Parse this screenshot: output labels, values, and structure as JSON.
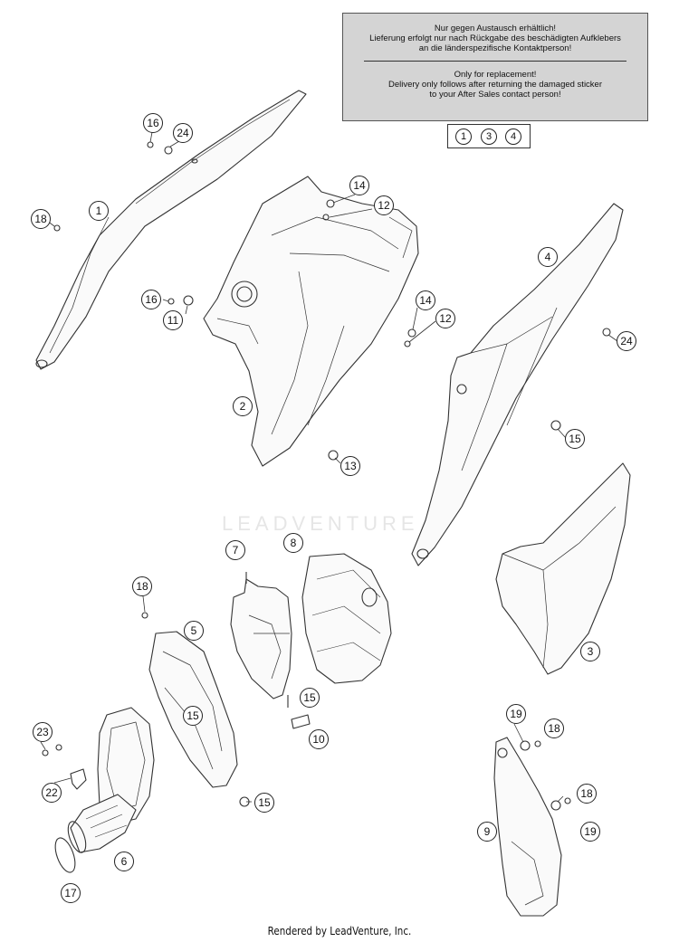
{
  "notice": {
    "german_line1": "Nur gegen Austausch erhältlich!",
    "german_line2": "Lieferung erfolgt nur nach Rückgabe des beschädigten Aufklebers",
    "german_line3": "an die länderspezifische Kontaktperson!",
    "english_line1": "Only for replacement!",
    "english_line2": "Delivery only follows after returning the damaged sticker",
    "english_line3": "to your After Sales contact person!"
  },
  "kit_parts": [
    "1",
    "3",
    "4"
  ],
  "watermark": "LEADVENTURE",
  "footer": "Rendered by LeadVenture, Inc.",
  "callouts": {
    "c16a": "16",
    "c24a": "24",
    "c1": "1",
    "c18a": "18",
    "c14a": "14",
    "c12a": "12",
    "c16b": "16",
    "c11": "11",
    "c2": "2",
    "c13": "13",
    "c14b": "14",
    "c12b": "12",
    "c4": "4",
    "c24b": "24",
    "c15a": "15",
    "c3": "3",
    "c7": "7",
    "c8": "8",
    "c18b": "18",
    "c5": "5",
    "c15b": "15",
    "c15c": "15",
    "c10": "10",
    "c23": "23",
    "c22": "22",
    "c15d": "15",
    "c6": "6",
    "c17": "17",
    "c19a": "19",
    "c18c": "18",
    "c18d": "18",
    "c9": "9",
    "c19b": "19"
  }
}
